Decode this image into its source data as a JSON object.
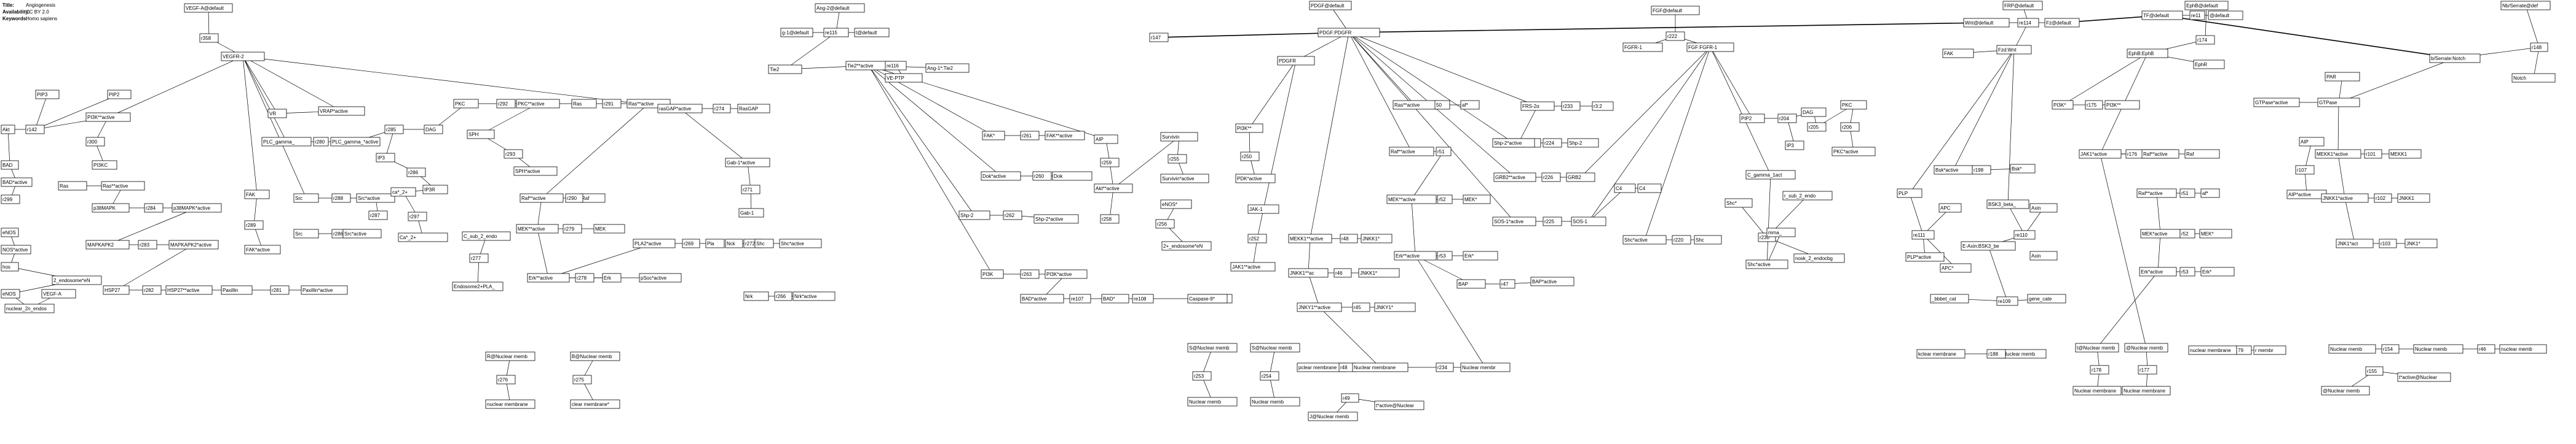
{
  "header": {
    "title_key": "Title:",
    "title_value": "Angiogenesis",
    "availability_key": "Availability:",
    "availability_value": "CC BY 2.0",
    "keywords_key": "Keywords:",
    "keywords_value": "Homo sapiens"
  },
  "nodes": [
    {
      "id": "vegf_a_default",
      "label": "VEGF-A@default"
    },
    {
      "id": "r358",
      "label": "r358"
    },
    {
      "id": "vegfr2",
      "label": "VEGFR-2"
    },
    {
      "id": "pip3",
      "label": "PIP3"
    },
    {
      "id": "pip2_a",
      "label": "PIP2"
    },
    {
      "id": "pi3k_active",
      "label": "PI3K**active"
    },
    {
      "id": "r142",
      "label": "r142"
    },
    {
      "id": "akt",
      "label": "Akt"
    },
    {
      "id": "r300",
      "label": "r300"
    },
    {
      "id": "pi3kc",
      "label": "PI3KC"
    },
    {
      "id": "bad",
      "label": "BAD"
    },
    {
      "id": "bad_active",
      "label": "BAD*active"
    },
    {
      "id": "r299",
      "label": "r299"
    },
    {
      "id": "ras_left",
      "label": "Ras"
    },
    {
      "id": "ras_active_left",
      "label": "Ras**active"
    },
    {
      "id": "p38mapk",
      "label": "p38MAPK"
    },
    {
      "id": "r284",
      "label": "r284"
    },
    {
      "id": "p38mapk_active",
      "label": "p38MAPK*active"
    },
    {
      "id": "mapkapk2",
      "label": "MAPKAPK2"
    },
    {
      "id": "r283",
      "label": "r283"
    },
    {
      "id": "mapkapk2_active",
      "label": "MAPKAPK2*active"
    },
    {
      "id": "hsp27",
      "label": "HSP27"
    },
    {
      "id": "r282",
      "label": "r282"
    },
    {
      "id": "hsp27_active",
      "label": "HSP27**active"
    },
    {
      "id": "paxillin",
      "label": "Paxillin"
    },
    {
      "id": "r281",
      "label": "r281"
    },
    {
      "id": "paxillin_active",
      "label": "Paxillin*active"
    },
    {
      "id": "enos",
      "label": "eNOS"
    },
    {
      "id": "nos_active",
      "label": "NOS*active"
    },
    {
      "id": "hos",
      "label": "hos"
    },
    {
      "id": "r_endosome",
      "label": "2_endosome*eN"
    },
    {
      "id": "eNOS_2n",
      "label": "eNOS"
    },
    {
      "id": "nuclear_2n_endos",
      "label": "nuclear_2n_endos"
    },
    {
      "id": "vegf_a_bottom",
      "label": "VEGF-A"
    },
    {
      "id": "fak",
      "label": "FAK"
    },
    {
      "id": "r289",
      "label": "r289"
    },
    {
      "id": "fak_active",
      "label": "FAK*active"
    },
    {
      "id": "src",
      "label": "Src"
    },
    {
      "id": "r288",
      "label": "r288"
    },
    {
      "id": "src_active",
      "label": "Src*active"
    },
    {
      "id": "r287",
      "label": "r287"
    },
    {
      "id": "src2",
      "label": "Src"
    },
    {
      "id": "r286",
      "label": "r286"
    },
    {
      "id": "src2_active",
      "label": "Src*active"
    },
    {
      "id": "vr",
      "label": "VR"
    },
    {
      "id": "vrap",
      "label": "VRAP*active"
    },
    {
      "id": "plc_gamma",
      "label": "PLC_gamma_"
    },
    {
      "id": "r280",
      "label": "r280"
    },
    {
      "id": "plc_gamma_active",
      "label": "PLC_gamma_*active"
    },
    {
      "id": "ip3",
      "label": "IP3"
    },
    {
      "id": "dag",
      "label": "DAG"
    },
    {
      "id": "r285",
      "label": "r285"
    },
    {
      "id": "r286b",
      "label": "r286"
    },
    {
      "id": "ip3r",
      "label": "IP3R"
    },
    {
      "id": "ca2",
      "label": "ca*_2+"
    },
    {
      "id": "r297",
      "label": "r297"
    },
    {
      "id": "cam",
      "label": "Ca*_2+"
    },
    {
      "id": "pkc",
      "label": "PKC"
    },
    {
      "id": "r292",
      "label": "r292"
    },
    {
      "id": "pkc_active",
      "label": "PKC**active"
    },
    {
      "id": "ras",
      "label": "Ras"
    },
    {
      "id": "r291",
      "label": "r291"
    },
    {
      "id": "ras_active",
      "label": "Ras**active"
    },
    {
      "id": "sph",
      "label": "SPH"
    },
    {
      "id": "r293",
      "label": "r293"
    },
    {
      "id": "sph_active",
      "label": "SPH*active"
    },
    {
      "id": "raf",
      "label": "Raf"
    },
    {
      "id": "raf_active",
      "label": "Raf**active"
    },
    {
      "id": "r290",
      "label": "r290"
    },
    {
      "id": "mek_active",
      "label": "MEK**active"
    },
    {
      "id": "r279",
      "label": "r279"
    },
    {
      "id": "mek",
      "label": "MEK"
    },
    {
      "id": "erk_active",
      "label": "Erk**active"
    },
    {
      "id": "r278",
      "label": "r278"
    },
    {
      "id": "erk",
      "label": "Erk"
    },
    {
      "id": "pla2_active",
      "label": "PLA2*active"
    },
    {
      "id": "r269",
      "label": "r269"
    },
    {
      "id": "pla2",
      "label": "Pla"
    },
    {
      "id": "bad_erk",
      "label": "pSoc*active"
    },
    {
      "id": "c_sub",
      "label": "C_sub_2_endo"
    },
    {
      "id": "r277",
      "label": "r277"
    },
    {
      "id": "r_nuclear1",
      "label": "Endosome2+PLA_"
    },
    {
      "id": "ras_left2",
      "label": "R@Nuclear memb"
    },
    {
      "id": "r276",
      "label": "r276"
    },
    {
      "id": "nuclear_memb1",
      "label": "nuclear membrane"
    },
    {
      "id": "r_nuclear2",
      "label": "B@Nuclear memb"
    },
    {
      "id": "r275",
      "label": "r275"
    },
    {
      "id": "nuclear_memb2",
      "label": "clear membrane*"
    },
    {
      "id": "nck_active",
      "label": "Nck*active"
    },
    {
      "id": "r270",
      "label": "r270"
    },
    {
      "id": "nck",
      "label": "Nck"
    },
    {
      "id": "rasgap_active",
      "label": "rasGAP*active"
    },
    {
      "id": "r274",
      "label": "r274"
    },
    {
      "id": "rasgap",
      "label": "RasGAP"
    },
    {
      "id": "gab1_active",
      "label": "Gab-1*active"
    },
    {
      "id": "r271",
      "label": "r271"
    },
    {
      "id": "gab1",
      "label": "Gab-1"
    },
    {
      "id": "r272",
      "label": "r272"
    },
    {
      "id": "shc_active",
      "label": "Shc*active"
    },
    {
      "id": "shc",
      "label": "Shc"
    },
    {
      "id": "nrk_active",
      "label": "Nrk*active"
    },
    {
      "id": "r266",
      "label": "r266"
    },
    {
      "id": "nrk",
      "label": "Nrk"
    },
    {
      "id": "ang2_default",
      "label": "Ang-2@default"
    },
    {
      "id": "ang1_default",
      "label": "g-1@default"
    },
    {
      "id": "r115",
      "label": "re115"
    },
    {
      "id": "tie2",
      "label": "Tie2"
    },
    {
      "id": "r_default_tie",
      "label": "t@default"
    },
    {
      "id": "tie2_active",
      "label": "Tie2**active"
    },
    {
      "id": "r116",
      "label": "re116"
    },
    {
      "id": "veptp",
      "label": "VE-PTP"
    },
    {
      "id": "ang_tie2",
      "label": "Ang-1*:Tie2"
    },
    {
      "id": "fak_2",
      "label": "FAK*"
    },
    {
      "id": "r261",
      "label": "r261"
    },
    {
      "id": "fak2_active",
      "label": "FAK**active"
    },
    {
      "id": "dok_active",
      "label": "Dok*active"
    },
    {
      "id": "r260",
      "label": "r260"
    },
    {
      "id": "dok",
      "label": "Dok"
    },
    {
      "id": "shp2",
      "label": "Shp-2"
    },
    {
      "id": "r262",
      "label": "r262"
    },
    {
      "id": "shp2_active",
      "label": "Shp-2*active"
    },
    {
      "id": "pi3k_right",
      "label": "PI3K"
    },
    {
      "id": "r263",
      "label": "r263"
    },
    {
      "id": "pi3k_right_active",
      "label": "PI3K*active"
    },
    {
      "id": "bad_active_right",
      "label": "BAD*active"
    },
    {
      "id": "r107",
      "label": "re107"
    },
    {
      "id": "bad_r",
      "label": "BAD*"
    },
    {
      "id": "r108",
      "label": "re108"
    },
    {
      "id": "casp9",
      "label": "Caspase-9*"
    },
    {
      "id": "aip",
      "label": "AIP"
    },
    {
      "id": "r259",
      "label": "r259"
    },
    {
      "id": "akt_active",
      "label": "Akt**active"
    },
    {
      "id": "r258",
      "label": "r258"
    },
    {
      "id": "survivin",
      "label": "Survivin"
    },
    {
      "id": "r255",
      "label": "r255"
    },
    {
      "id": "survivin_active",
      "label": "Survivin*active"
    },
    {
      "id": "enos_r",
      "label": "eNOS*"
    },
    {
      "id": "r256",
      "label": "r256"
    },
    {
      "id": "enos_2_endosome",
      "label": "2+_endosome*eN"
    },
    {
      "id": "jak1",
      "label": "JAK-1"
    },
    {
      "id": "r252",
      "label": "r252"
    },
    {
      "id": "jak1_active",
      "label": "JAK1**active"
    },
    {
      "id": "caspase_r",
      "label": "Caspase-9*"
    },
    {
      "id": "pdgf_default",
      "label": "PDGF@default"
    },
    {
      "id": "pdgf_pdgfr",
      "label": "PDGF:PDGFR"
    },
    {
      "id": "r147",
      "label": "r147"
    },
    {
      "id": "pdgfr",
      "label": "PDGFR"
    },
    {
      "id": "pi3k_p",
      "label": "PI3K**"
    },
    {
      "id": "r250",
      "label": "r250"
    },
    {
      "id": "pdk_active",
      "label": "PDK*active"
    },
    {
      "id": "stat_nuc",
      "label": "S@Nuclear memb"
    },
    {
      "id": "r253",
      "label": "r253"
    },
    {
      "id": "nuclear_memb3",
      "label": "Nuclear memb"
    },
    {
      "id": "s_nuc",
      "label": "S@Nuclear memb"
    },
    {
      "id": "r254",
      "label": "r254"
    },
    {
      "id": "nuclear_memb4",
      "label": "Nuclear memb"
    },
    {
      "id": "ras_p_active",
      "label": "Ras**active"
    },
    {
      "id": "r50",
      "label": "50"
    },
    {
      "id": "raf_p",
      "label": "af*"
    },
    {
      "id": "raf_p_active",
      "label": "Raf**active"
    },
    {
      "id": "r51",
      "label": "r51"
    },
    {
      "id": "mek_p_active",
      "label": "MEK**active"
    },
    {
      "id": "r52",
      "label": "r52"
    },
    {
      "id": "mek_p",
      "label": "MEK*"
    },
    {
      "id": "erk_p_active",
      "label": "Erk**active"
    },
    {
      "id": "r53",
      "label": "r53"
    },
    {
      "id": "erk_p",
      "label": "Erk*"
    },
    {
      "id": "bap",
      "label": "BAP"
    },
    {
      "id": "r47",
      "label": "r47"
    },
    {
      "id": "bap_active",
      "label": "BAP*active"
    },
    {
      "id": "mekk1_active",
      "label": "MEKK1**active"
    },
    {
      "id": "r48",
      "label": "r48"
    },
    {
      "id": "jnk1_p",
      "label": "JNKK1*"
    },
    {
      "id": "jnkk1_active",
      "label": "JNKK1**ac"
    },
    {
      "id": "r46",
      "label": "r46"
    },
    {
      "id": "jnkk1",
      "label": "JNKK1*"
    },
    {
      "id": "jnk1_active",
      "label": "JNKY1**active"
    },
    {
      "id": "r45",
      "label": "r45"
    },
    {
      "id": "jnk1",
      "label": "JNKY1*"
    },
    {
      "id": "nuc_p1",
      "label": "pclear membrane"
    },
    {
      "id": "r48b",
      "label": "r48"
    },
    {
      "id": "nuc_p2",
      "label": "Nuclear membrane"
    },
    {
      "id": "r234",
      "label": "r234"
    },
    {
      "id": "nuc_p3",
      "label": "Nuclear membr"
    },
    {
      "id": "r49",
      "label": "r49"
    },
    {
      "id": "nuc_p4",
      "label": "J@Nuclear memb"
    },
    {
      "id": "r_active_nuc",
      "label": "t*active@Nuclear"
    },
    {
      "id": "frs2",
      "label": "FRS-2α"
    },
    {
      "id": "r233",
      "label": "r233"
    },
    {
      "id": "r32",
      "label": "r3:2"
    },
    {
      "id": "frs2_active",
      "label": "FRS-2**active"
    },
    {
      "id": "shp2_p_active",
      "label": "Shp-2*active"
    },
    {
      "id": "r224",
      "label": "r224"
    },
    {
      "id": "shp2_p",
      "label": "Shp-2"
    },
    {
      "id": "grb2_active",
      "label": "GRB2**active"
    },
    {
      "id": "r226",
      "label": "r226"
    },
    {
      "id": "grb2",
      "label": "GRB2"
    },
    {
      "id": "sos1_active",
      "label": "SOS-1*active"
    },
    {
      "id": "r225",
      "label": "r225"
    },
    {
      "id": "sos1",
      "label": "SOS-1"
    },
    {
      "id": "c4_a",
      "label": "C4"
    },
    {
      "id": "c4_b",
      "label": "C4"
    },
    {
      "id": "fgf_default",
      "label": "FGF@default"
    },
    {
      "id": "r222",
      "label": "r222"
    },
    {
      "id": "fgfr1",
      "label": "FGFR-1"
    },
    {
      "id": "fgf_fgfr1",
      "label": "FGF:FGFR-1"
    },
    {
      "id": "shc_f_active",
      "label": "Shc*active"
    },
    {
      "id": "r220",
      "label": "r220"
    },
    {
      "id": "shc_f",
      "label": "Shc"
    },
    {
      "id": "shc_f2",
      "label": "Shc*"
    },
    {
      "id": "r230",
      "label": "r230"
    },
    {
      "id": "c_gamma",
      "label": "C_gamma_1act"
    },
    {
      "id": "r_sub",
      "label": "r_sub_2_endo"
    },
    {
      "id": "endo_r",
      "label": "nosk_2_endocbg"
    },
    {
      "id": "pip2_f",
      "label": "PIP2"
    },
    {
      "id": "r204",
      "label": "r204"
    },
    {
      "id": "dag_f",
      "label": "DAG"
    },
    {
      "id": "ip3_f",
      "label": "IP3"
    },
    {
      "id": "pkc_f",
      "label": "PKC"
    },
    {
      "id": "r205",
      "label": "r205"
    },
    {
      "id": "r206",
      "label": "r206"
    },
    {
      "id": "pkc_f_active",
      "label": "PKC*active"
    },
    {
      "id": "pkc_f2",
      "label": "mma_"
    },
    {
      "id": "shc_active_bottom",
      "label": "Shc*active"
    },
    {
      "id": "plp",
      "label": "PLP"
    },
    {
      "id": "r111",
      "label": "re111"
    },
    {
      "id": "apc",
      "label": "APC"
    },
    {
      "id": "plp_active",
      "label": "PLP*active"
    },
    {
      "id": "apc_p",
      "label": "APC*"
    },
    {
      "id": "bsk3",
      "label": "BSK3_beta_"
    },
    {
      "id": "r110",
      "label": "re110"
    },
    {
      "id": "axin",
      "label": "Axin"
    },
    {
      "id": "bsk3_axin",
      "label": "E-Axin:BSK3_be"
    },
    {
      "id": "r109",
      "label": "re109"
    },
    {
      "id": "beta_cat",
      "label": "_bbbet_cat"
    },
    {
      "id": "gene_cat",
      "label": "gene_cate"
    },
    {
      "id": "r_nuc_b",
      "label": "kclear membrane"
    },
    {
      "id": "r_nuc_c",
      "label": "@Nuclear memb"
    },
    {
      "id": "r188",
      "label": "r188"
    },
    {
      "id": "axin_b",
      "label": "Axin"
    },
    {
      "id": "bsk_active",
      "label": "Bsk*active"
    },
    {
      "id": "r198",
      "label": "r198"
    },
    {
      "id": "bsk",
      "label": "Bsk*"
    },
    {
      "id": "wnt_default",
      "label": "Wnt@default"
    },
    {
      "id": "r114",
      "label": "re114"
    },
    {
      "id": "fz_default",
      "label": "Fz@default"
    },
    {
      "id": "fzd",
      "label": "Fzd:Wnt"
    },
    {
      "id": "frp_default",
      "label": "FRP@default"
    },
    {
      "id": "fak_w",
      "label": "FAK"
    },
    {
      "id": "tf_default",
      "label": "TF@default"
    },
    {
      "id": "r_tf",
      "label": "re11"
    },
    {
      "id": "r_tf_def",
      "label": "@default"
    },
    {
      "id": "ephb_default",
      "label": "EphB@default"
    },
    {
      "id": "r174",
      "label": "r174"
    },
    {
      "id": "ephb",
      "label": "EphB:EphB"
    },
    {
      "id": "ephr",
      "label": "EphR"
    },
    {
      "id": "r_pi3k_e",
      "label": "PI3K*"
    },
    {
      "id": "r175",
      "label": "r175"
    },
    {
      "id": "pi3k_e",
      "label": "PI3K**"
    },
    {
      "id": "jak1_e",
      "label": "JAK1*active"
    },
    {
      "id": "r176",
      "label": "r176"
    },
    {
      "id": "jak1_e2",
      "label": "JAK1**"
    },
    {
      "id": "raf_e_active",
      "label": "Raf**active"
    },
    {
      "id": "raf_e",
      "label": "Raf"
    },
    {
      "id": "raf_e2_active",
      "label": "Raf**active"
    },
    {
      "id": "r_e51",
      "label": "r51"
    },
    {
      "id": "raf_e2",
      "label": "af*"
    },
    {
      "id": "mek_e",
      "label": "MEK*active"
    },
    {
      "id": "r_e52",
      "label": "r52"
    },
    {
      "id": "mek_e2",
      "label": "MEK*"
    },
    {
      "id": "erk_e",
      "label": "Erk*active"
    },
    {
      "id": "r_e53",
      "label": "r53"
    },
    {
      "id": "erk_e2",
      "label": "Erk*"
    },
    {
      "id": "nuc_e1",
      "label": "t@Nuclear memb"
    },
    {
      "id": "r178",
      "label": "r178"
    },
    {
      "id": "nuc_e2",
      "label": "Nuclear membrane"
    },
    {
      "id": "nuc_e3",
      "label": "@Nuclear memb"
    },
    {
      "id": "r177",
      "label": "r177"
    },
    {
      "id": "nuc_e4",
      "label": "Nuclear membrane"
    },
    {
      "id": "nuc_e5",
      "label": "nuclear membrane"
    },
    {
      "id": "r_e79",
      "label": "79"
    },
    {
      "id": "nuc_e6",
      "label": "r membr"
    },
    {
      "id": "par",
      "label": "PAR"
    },
    {
      "id": "stpase",
      "label": "GTPase"
    },
    {
      "id": "stpase_active",
      "label": "GTPase*active"
    },
    {
      "id": "aip_w",
      "label": "AIP"
    },
    {
      "id": "r107_w",
      "label": "r107"
    },
    {
      "id": "mekk1_w",
      "label": "MEKK1*active"
    },
    {
      "id": "r101",
      "label": "r101"
    },
    {
      "id": "mekk1_w2",
      "label": "MEKK1"
    },
    {
      "id": "aip_w_active",
      "label": "AIP*active"
    },
    {
      "id": "jnkk1_w",
      "label": "JNKK1*active"
    },
    {
      "id": "r102",
      "label": "r102"
    },
    {
      "id": "jnkk1_w2",
      "label": "JNKK1"
    },
    {
      "id": "jnk1_w",
      "label": "JNK1*act"
    },
    {
      "id": "r103",
      "label": "r103"
    },
    {
      "id": "jnk1_w2",
      "label": "JNK1*"
    },
    {
      "id": "nuc_w1",
      "label": "Nuclear memb"
    },
    {
      "id": "r154",
      "label": "r154"
    },
    {
      "id": "nuc_w2",
      "label": "Nuclear memb"
    },
    {
      "id": "r155",
      "label": "r155"
    },
    {
      "id": "nuc_w3",
      "label": "t*active@Nuclear"
    },
    {
      "id": "nuc_w4",
      "label": "@Nuclear memb"
    },
    {
      "id": "r_w46",
      "label": "r46"
    },
    {
      "id": "nuc_w5",
      "label": "nuclear memb"
    },
    {
      "id": "notch_default",
      "label": "Nb/Serrate@def"
    },
    {
      "id": "r148",
      "label": "r148"
    },
    {
      "id": "notch_delta",
      "label": "b/Serrate:Notch"
    },
    {
      "id": "notch",
      "label": "Notch"
    }
  ]
}
